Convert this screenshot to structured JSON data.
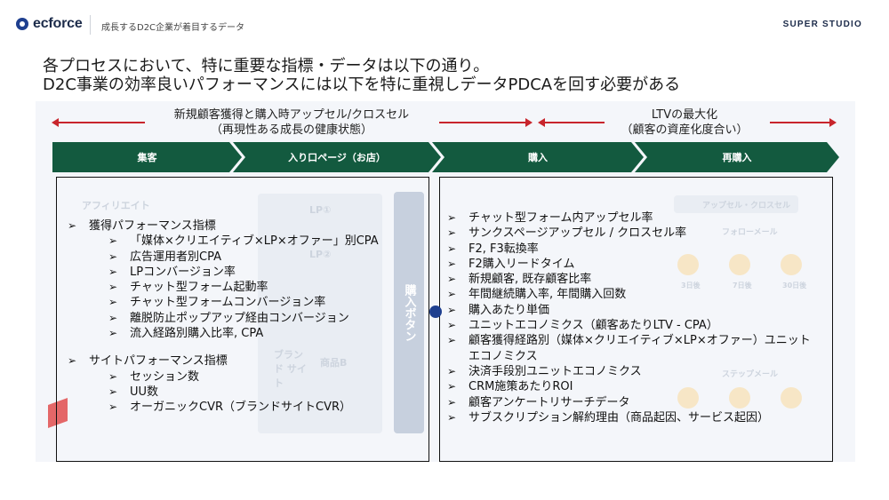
{
  "header": {
    "logo_text": "ecforce",
    "subtitle": "成長するD2C企業が着目するデータ",
    "brand_right": "SUPER STUDIO"
  },
  "headline": {
    "line1": "各プロセスにおいて、特に重要な指標・データは以下の通り。",
    "line2": "D2C事業の効率良いパフォーマンスには以下を特に重視しデータPDCAを回す必要がある"
  },
  "phases": {
    "left": {
      "line1": "新規顧客獲得と購入時アップセル/クロスセル",
      "line2": "（再現性ある成長の健康状態）"
    },
    "right": {
      "line1": "LTVの最大化",
      "line2": "（顧客の資産化度合い）"
    },
    "arrow_color": "#c8252c"
  },
  "stages": [
    "集客",
    "入り口ページ（お店）",
    "購入",
    "再購入"
  ],
  "stage_color": "#135a3f",
  "background_illustration": {
    "affiliate": "アフィリエイト",
    "lp1": "LP①",
    "lp2": "LP②",
    "brand_site": "ブランド サイト",
    "product_b": "商品B",
    "purchase_button": "購入ボタン",
    "upsell": "アップセル・クロスセル",
    "follow_mail": "フォローメール",
    "day3": "3日後",
    "day7": "7日後",
    "day30": "30日後",
    "step_mail": "ステップメール"
  },
  "left_box": {
    "items": [
      {
        "text": "獲得パフォーマンス指標",
        "level": 1
      },
      {
        "text": "「媒体×クリエイティブ×LP×オファー」別CPA",
        "level": 2
      },
      {
        "text": "広告運用者別CPA",
        "level": 2
      },
      {
        "text": "LPコンバージョン率",
        "level": 2
      },
      {
        "text": "チャット型フォーム起動率",
        "level": 2
      },
      {
        "text": "チャット型フォームコンバージョン率",
        "level": 2
      },
      {
        "text": "離脱防止ポップアップ経由コンバージョン",
        "level": 2
      },
      {
        "text": "流入経路別購入比率, CPA",
        "level": 2
      },
      {
        "text": "サイトパフォーマンス指標",
        "level": 1
      },
      {
        "text": "セッション数",
        "level": 2
      },
      {
        "text": "UU数",
        "level": 2
      },
      {
        "text": "オーガニックCVR（ブランドサイトCVR）",
        "level": 2
      }
    ]
  },
  "right_box": {
    "items": [
      "チャット型フォーム内アップセル率",
      "サンクスページアップセル / クロスセル率",
      "F2, F3転換率",
      "F2購入リードタイム",
      "新規顧客, 既存顧客比率",
      "年間継続購入率, 年間購入回数",
      "購入あたり単価",
      "ユニットエコノミクス（顧客あたりLTV - CPA）",
      "顧客獲得経路別（媒体×クリエイティブ×LP×オファー）ユニットエコノミクス",
      "決済手段別ユニットエコノミクス",
      "CRM施策あたりROI",
      "顧客アンケートリサーチデータ",
      "サブスクリプション解約理由（商品起因、サービス起因）"
    ]
  },
  "bullet_glyph": "➢"
}
